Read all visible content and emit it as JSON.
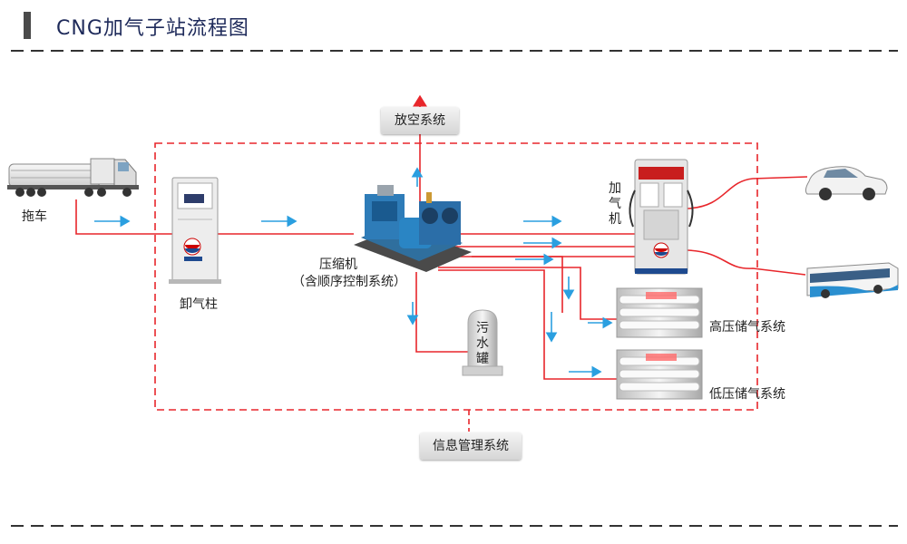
{
  "title": "CNG加气子站流程图",
  "labels": {
    "trailer": "拖车",
    "unloading_post": "卸气柱",
    "compressor": "压缩机",
    "compressor_sub": "（含顺序控制系统）",
    "dispenser": "加气机",
    "sewage_tank": "污水罐",
    "high_pressure_storage": "高压储气系统",
    "low_pressure_storage": "低压储气系统",
    "vent_system": "放空系统",
    "info_system": "信息管理系统"
  },
  "colors": {
    "pipe": "#e8262b",
    "flow_arrow": "#2a9fe0",
    "boundary": "#e8262b",
    "title_text": "#1e2a5a"
  }
}
